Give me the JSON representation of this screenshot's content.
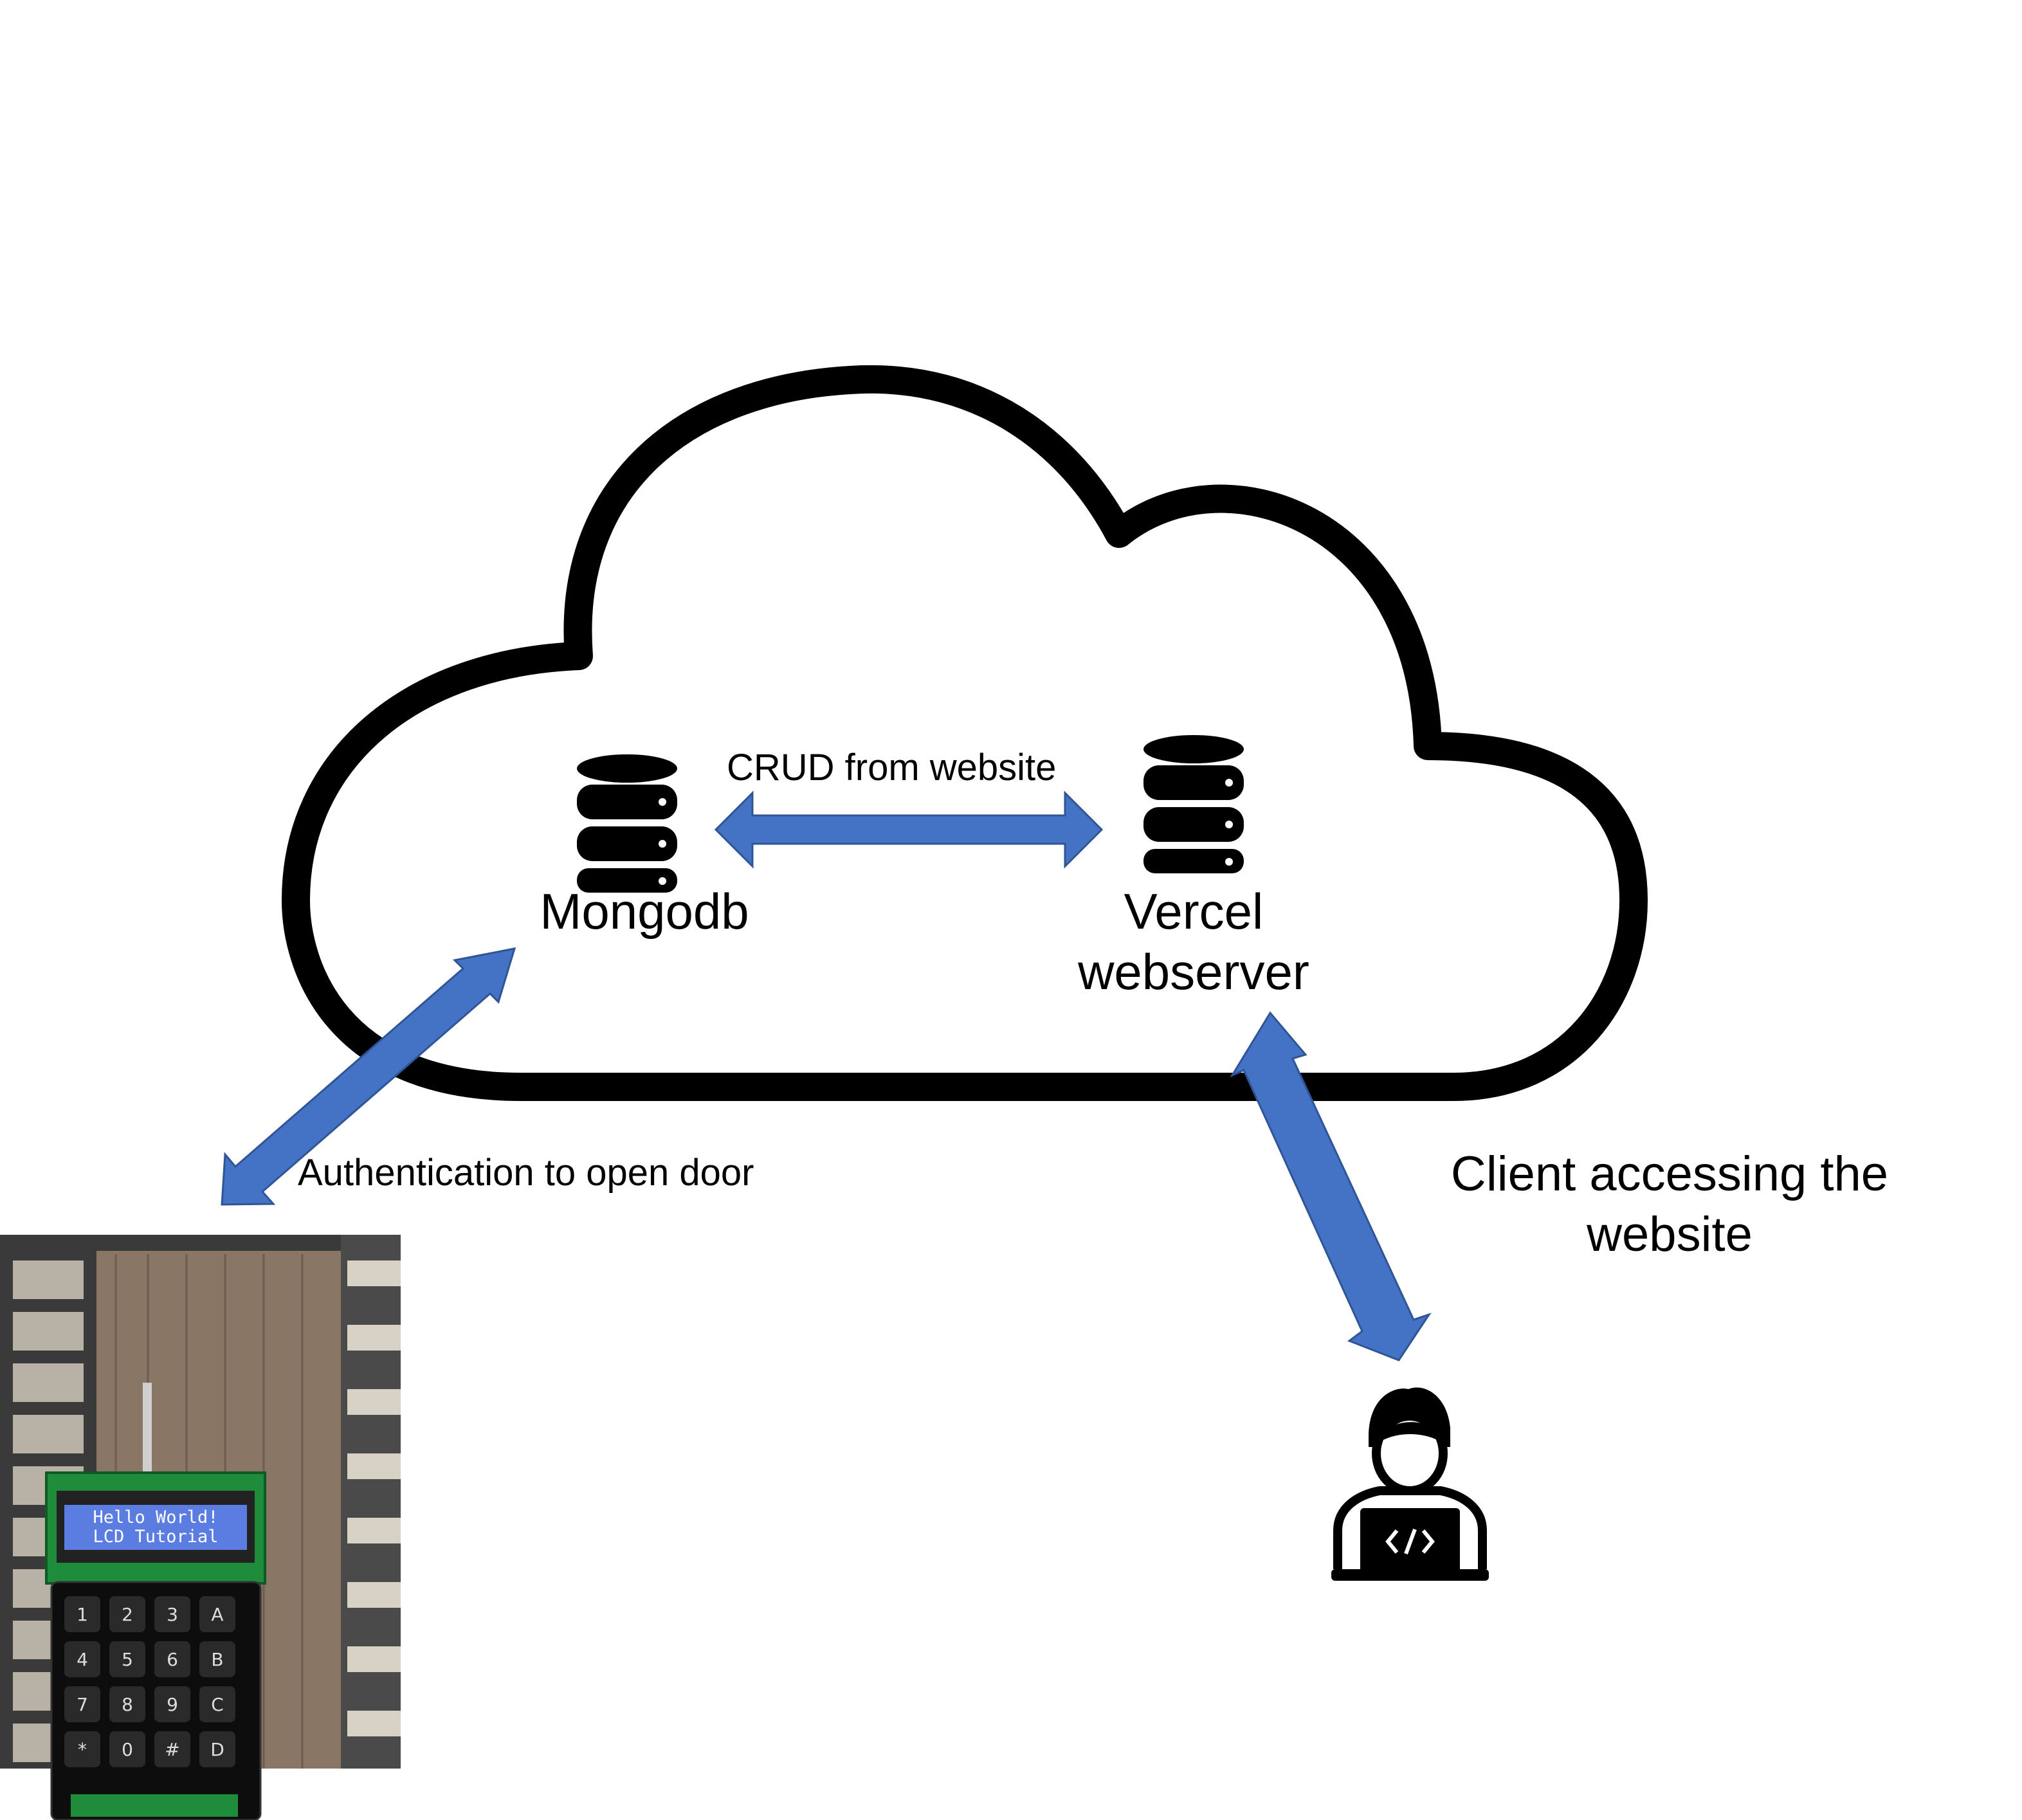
{
  "nodes": {
    "mongodb": {
      "label": "Mongodb",
      "icon": "database-icon"
    },
    "vercel": {
      "label_line1": "Vercel",
      "label_line2": "webserver",
      "icon": "database-icon"
    },
    "client": {
      "label_line1": "Client accessing the",
      "label_line2": "website",
      "icon": "developer-laptop-icon"
    },
    "door": {
      "icon": "door-keypad-photo"
    }
  },
  "edges": {
    "crud": {
      "label": "CRUD from website"
    },
    "auth": {
      "label": "Authentication to open door"
    }
  },
  "lcd": {
    "line1": "Hello World!",
    "line2": "LCD Tutorial"
  },
  "keypad": {
    "keys": [
      "1",
      "2",
      "3",
      "A",
      "4",
      "5",
      "6",
      "B",
      "7",
      "8",
      "9",
      "C",
      "*",
      "0",
      "#",
      "D"
    ]
  },
  "colors": {
    "arrow": "#4472C4",
    "arrow_stroke": "#2F5597",
    "cloud_stroke": "#000000",
    "lcd_bg": "#5B7CE0",
    "pcb": "#1E8C3A"
  }
}
